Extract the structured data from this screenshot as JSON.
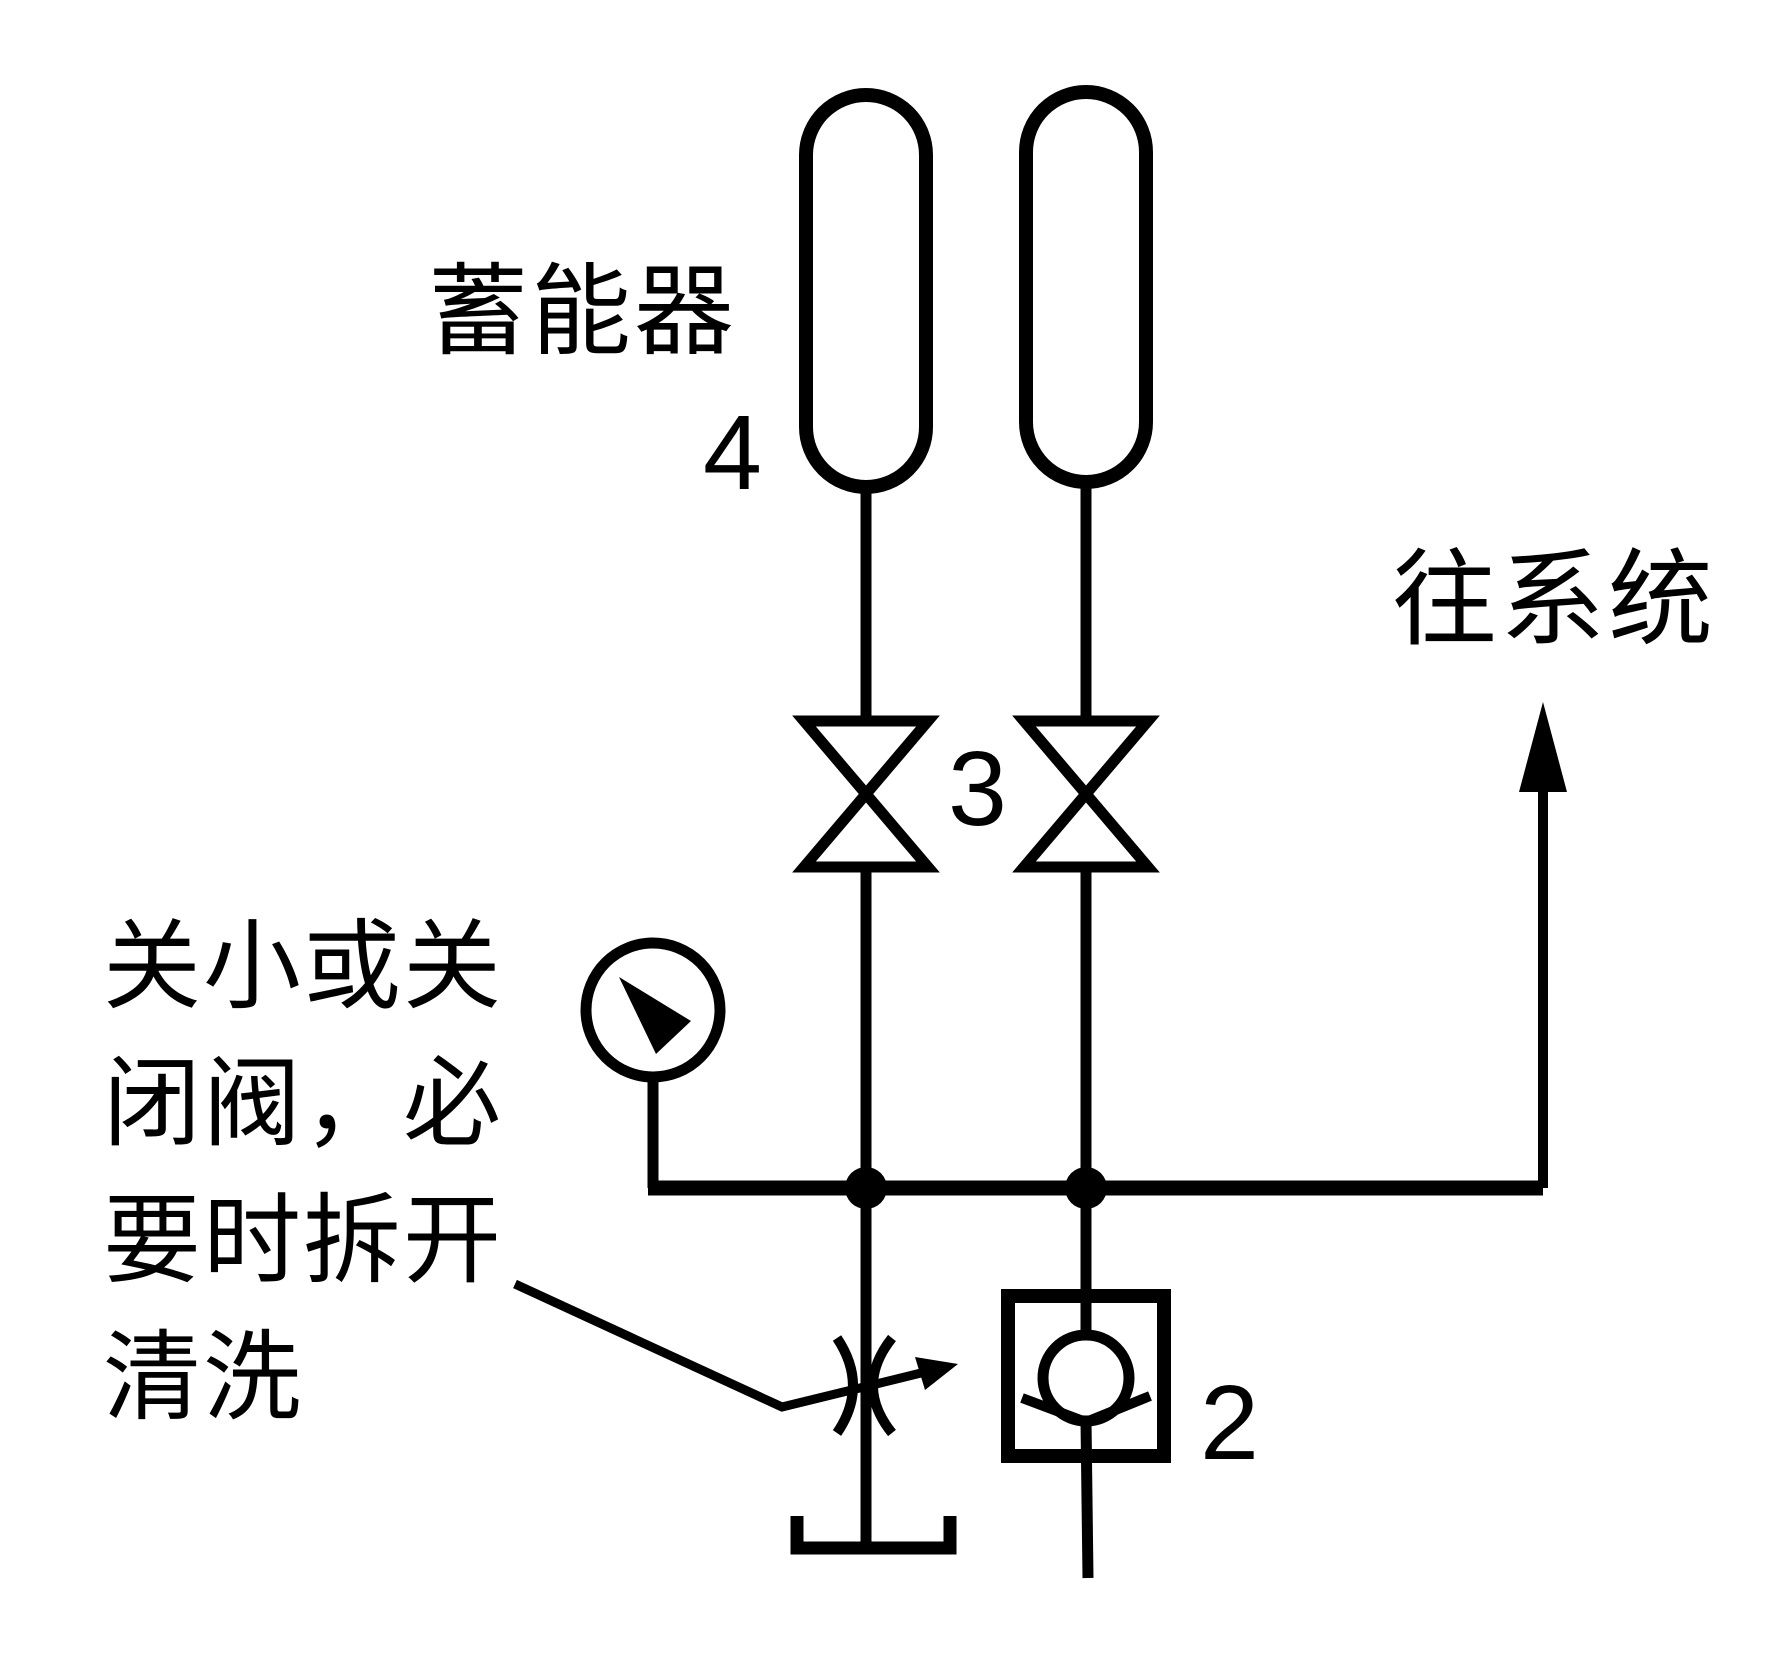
{
  "colors": {
    "line": "#000000",
    "background": "#ffffff"
  },
  "labels": {
    "accumulator": "蓄能器",
    "accumulator_number": "4",
    "shutoff_valve_number": "3",
    "check_valve_number": "2",
    "to_system": "往系统",
    "annotation": {
      "full_text": "关小或关闭阀，必要时拆开清洗",
      "lines": [
        "关小或关",
        "闭阀，必",
        "要时拆开",
        "清洗"
      ]
    }
  }
}
